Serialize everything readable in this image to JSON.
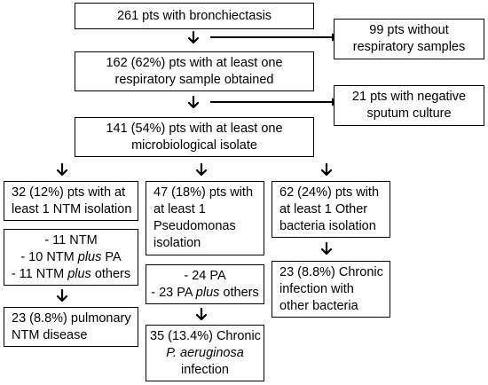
{
  "boxes": {
    "total": [
      "261 pts with bronchiectasis"
    ],
    "no_samples": [
      "99 pts without",
      "respiratory  samples"
    ],
    "with_sample": [
      "162 (62%) pts with at least one",
      "respiratory sample obtained"
    ],
    "negative_culture": [
      "21 pts with negative",
      "sputum culture"
    ],
    "with_isolate": [
      "141 (54%) pts with at least one",
      "microbiological isolate"
    ],
    "ntm_isolation": [
      "32 (12%) pts with at",
      "least 1 NTM isolation"
    ],
    "pseudomonas_isolation": [
      "47 (18%) pts with",
      "at least 1",
      "Pseudomonas",
      "isolation"
    ],
    "other_bacteria_isolation": [
      "62 (24%) pts with",
      "at least 1 Other",
      "bacteria isolation"
    ],
    "ntm_breakdown": [
      "- 11 NTM",
      "- 10 NTM plus PA",
      "- 11 NTM plus others"
    ],
    "pa_breakdown": [
      "- 24 PA",
      "- 23 PA plus others"
    ],
    "chronic_other": [
      "23 (8.8%) Chronic",
      "infection with",
      "other bacteria"
    ],
    "ntm_disease": [
      "23 (8.8%) pulmonary",
      "NTM disease"
    ],
    "chronic_pa": [
      "35 (13.4%) Chronic",
      "P. aeruginosa",
      "infection"
    ]
  },
  "colors": {
    "line": "#000000",
    "background": "#ffffff"
  }
}
